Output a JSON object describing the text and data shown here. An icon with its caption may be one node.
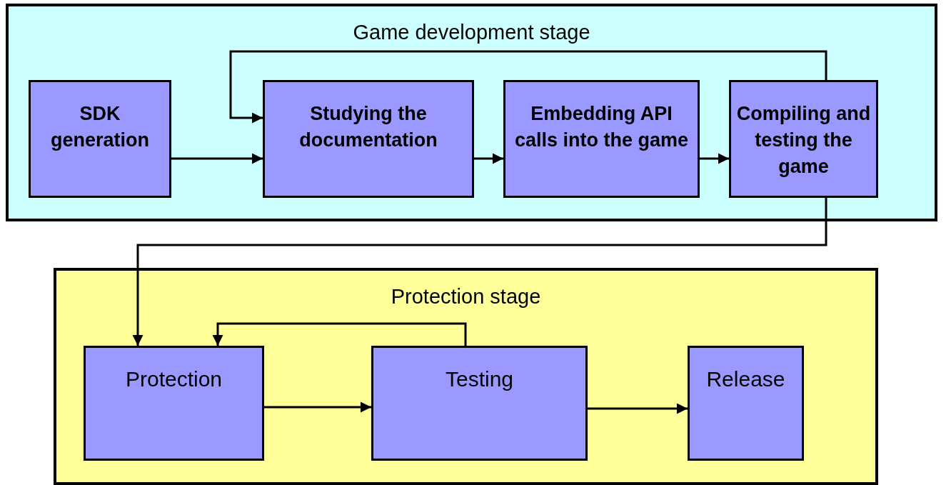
{
  "diagram": {
    "nodes": [
      {
        "text": [
          "Game development stage"
        ]
      },
      {
        "text": [
          "SDK generation"
        ],
        "in": 0
      },
      {
        "text": [
          "Studying the documentation"
        ],
        "in": 0
      },
      {
        "text": [
          "Embedding API calls into the game"
        ],
        "in": 0
      },
      {
        "text": [
          "Compiling and testing the game"
        ],
        "in": 0
      },
      {
        "text": [
          "Protection stage"
        ]
      },
      {
        "text": [
          "Protection"
        ],
        "in": 5
      },
      {
        "text": [
          "Testing"
        ],
        "in": 5
      },
      {
        "text": [
          "Release"
        ],
        "in": 5
      }
    ],
    "edges": [
      {
        "from": 1,
        "to": 2,
        "arrow": "to"
      },
      {
        "from": 2,
        "to": 3,
        "arrow": "to"
      },
      {
        "from": 3,
        "to": 4,
        "arrow": "to"
      },
      {
        "from": 4,
        "to": 2,
        "arrow": "to"
      },
      {
        "from": 4,
        "to": 6,
        "arrow": "to"
      },
      {
        "from": 6,
        "to": 7,
        "arrow": "to"
      },
      {
        "from": 7,
        "to": 8,
        "arrow": "to"
      },
      {
        "from": 7,
        "to": 6,
        "arrow": "to"
      }
    ]
  }
}
